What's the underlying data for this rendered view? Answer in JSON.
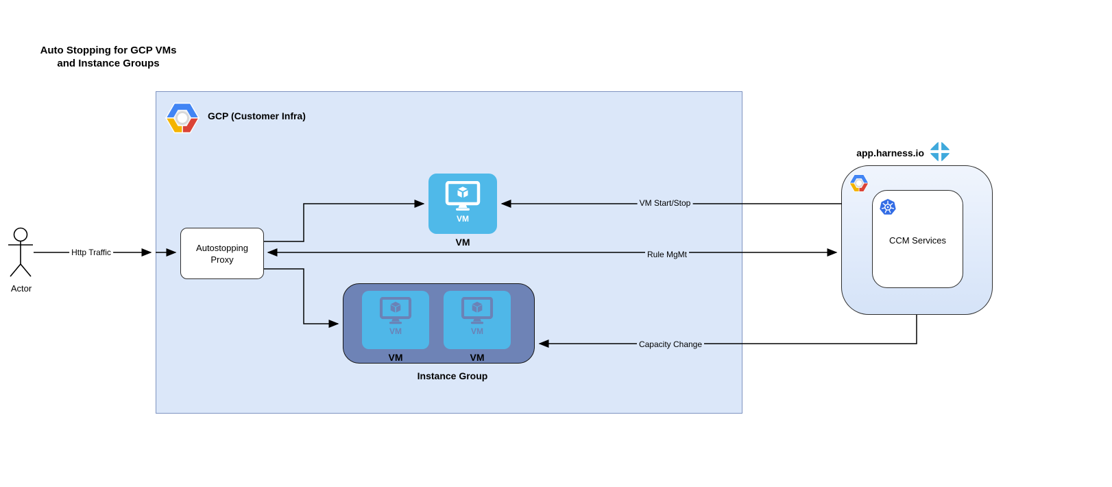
{
  "title": "Auto Stopping for GCP VMs\nand Instance Groups",
  "actor": {
    "label": "Actor"
  },
  "gcp_box": {
    "label": "GCP (Customer Infra)",
    "fill": "#dbe7f9",
    "border": "#7d92c0"
  },
  "proxy": {
    "label": "Autostopping\nProxy"
  },
  "vm_node": {
    "icon_label": "VM",
    "label": "VM"
  },
  "instance_group": {
    "label": "Instance Group",
    "fill": "#6E83B6",
    "tile_fill": "#4FB7E8",
    "tiles": [
      {
        "icon_label": "VM",
        "label": "VM"
      },
      {
        "icon_label": "VM",
        "label": "VM"
      }
    ]
  },
  "harness": {
    "label": "app.harness.io",
    "ccm_label": "CCM Services",
    "logo_color": "#3FA9DC",
    "kubernetes_color": "#326CE5"
  },
  "edges": {
    "http_traffic": "Http Traffic",
    "vm_start_stop": "VM Start/Stop",
    "rule_mgmt": "Rule MgMt",
    "capacity_change": "Capacity Change"
  },
  "colors": {
    "vm_icon_blue": "#4FB9E9",
    "gcp_logo_blue": "#4285F4",
    "gcp_logo_red": "#DB4437",
    "gcp_logo_yellow": "#F4B400",
    "line_black": "#000000"
  }
}
